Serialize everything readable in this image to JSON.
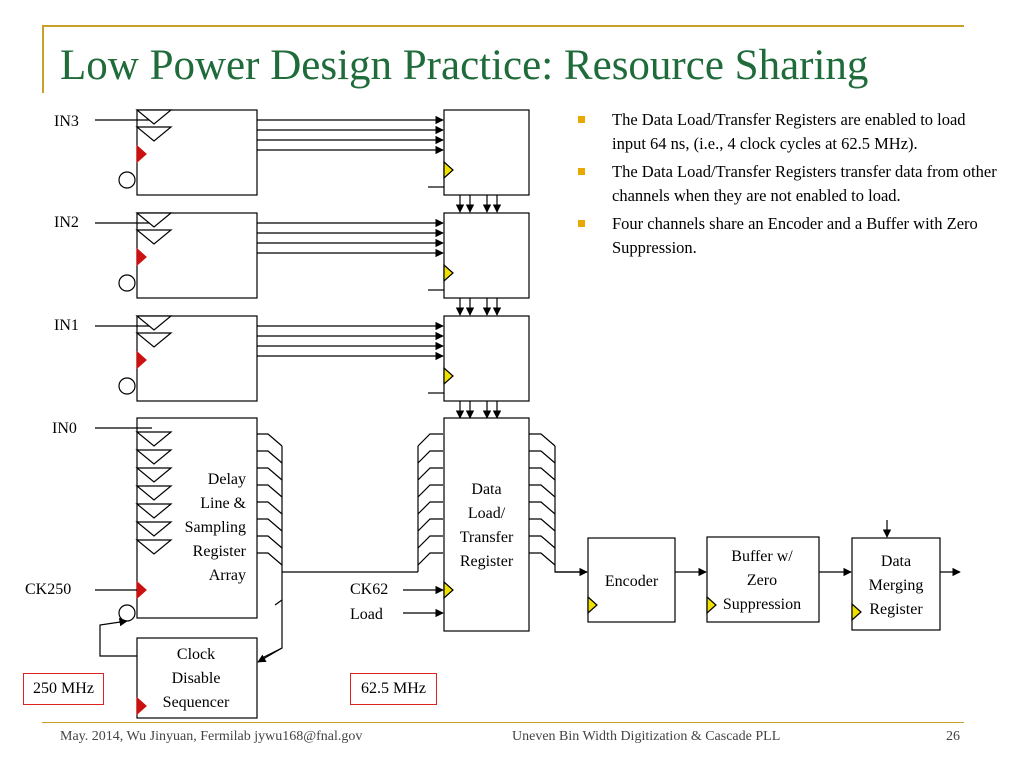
{
  "title": "Low Power Design Practice: Resource Sharing",
  "bullets": [
    "The Data Load/Transfer Registers are enabled to load input 64 ns, (i.e., 4 clock cycles at 62.5 MHz).",
    "The Data Load/Transfer Registers transfer data from other channels when they are not enabled to load.",
    "Four channels share an Encoder and a Buffer with Zero Suppression."
  ],
  "diagram": {
    "inputs": [
      "IN3",
      "IN2",
      "IN1",
      "IN0"
    ],
    "delay_block_label": [
      "Delay",
      "Line &",
      "Sampling",
      "Register",
      "Array"
    ],
    "ck250_label": "CK250",
    "clock_disable_label": [
      "Clock",
      "Disable",
      "Sequencer"
    ],
    "freq_250": "250 MHz",
    "data_reg_label": [
      "Data",
      "Load/",
      "Transfer",
      "Register"
    ],
    "ck62_label": "CK62",
    "load_label": "Load",
    "freq_62": "62.5 MHz",
    "encoder_label": "Encoder",
    "buffer_label": [
      "Buffer w/",
      "Zero",
      "Suppression"
    ],
    "merge_label": [
      "Data",
      "Merging",
      "Register"
    ]
  },
  "footer": {
    "left": "May. 2014, Wu Jinyuan, Fermilab jywu168@fnal.gov",
    "center": "Uneven Bin Width Digitization & Cascade PLL",
    "page": "26"
  },
  "colors": {
    "title": "#1f6b3a",
    "accent_line": "#c8a02a",
    "bullet": "#e8a800",
    "clock_red": "#cc1111",
    "clock_yellow": "#f0e000",
    "freq_box_border": "#dd2222"
  }
}
